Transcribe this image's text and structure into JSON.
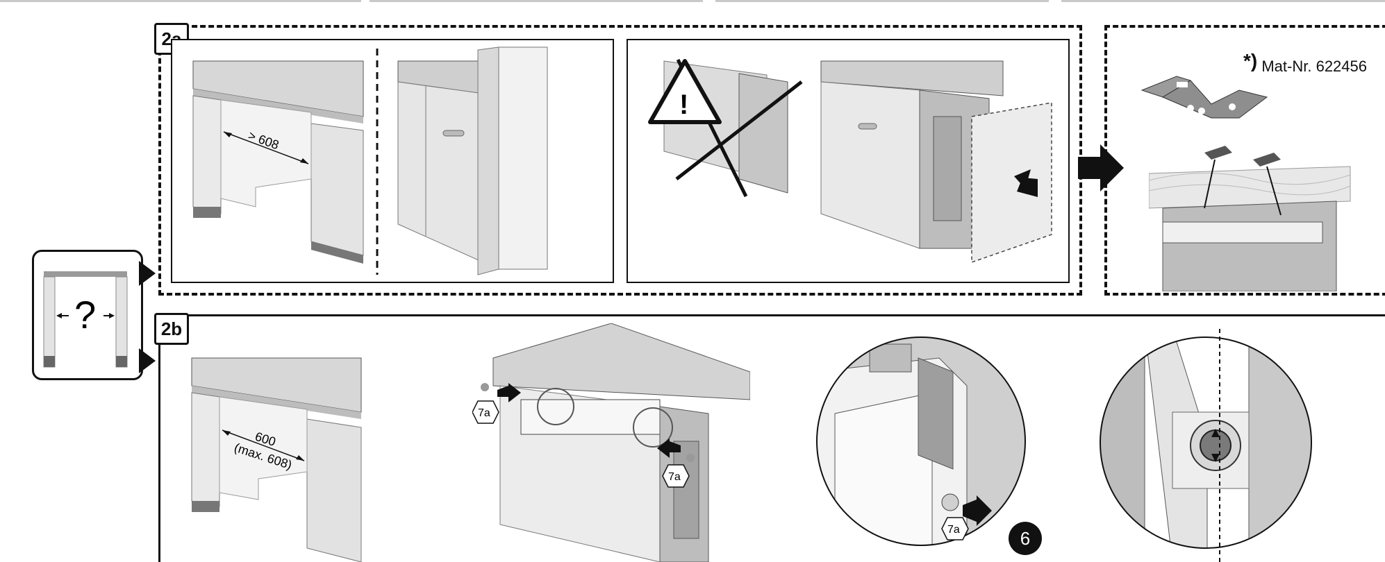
{
  "steps": {
    "step_2a": "2a",
    "step_2b": "2b"
  },
  "measurements": {
    "niche_min_width": "> 608",
    "niche_width": "600",
    "niche_width_max": "(max. 608)"
  },
  "accessory": {
    "star": "*)",
    "mat_nr": "Mat-Nr. 622456"
  },
  "callouts": {
    "fastener_ref": "7a",
    "step_number": "6"
  },
  "question_mark": "?",
  "icons": [
    "warning-triangle-icon",
    "prohibited-cross-icon",
    "arrow-right-icon",
    "arrow-push-icon"
  ]
}
